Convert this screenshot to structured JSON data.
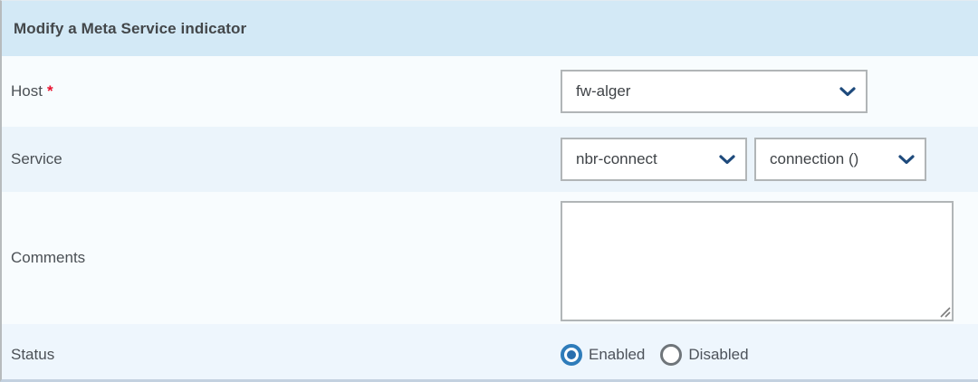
{
  "form": {
    "title": "Modify a Meta Service indicator",
    "rows": {
      "host": {
        "label": "Host",
        "required_marker": "*",
        "select": {
          "value": "fw-alger"
        }
      },
      "service": {
        "label": "Service",
        "service_select": {
          "value": "nbr-connect"
        },
        "metric_select": {
          "value": "connection ()"
        }
      },
      "comments": {
        "label": "Comments",
        "textarea": {
          "value": "",
          "placeholder": ""
        }
      },
      "status": {
        "label": "Status",
        "options": [
          {
            "label": "Enabled",
            "selected": true
          },
          {
            "label": "Disabled",
            "selected": false
          }
        ]
      }
    },
    "icons": {
      "chevron_down": "chevron-down",
      "resize_handle": "resize-handle"
    },
    "colors": {
      "header_bg": "#d3e9f6",
      "row_light_bg": "#f8fcfe",
      "row_tint_bg": "#ebf4fb",
      "status_row_bg": "#eef6fd",
      "left_border": "#b7bbbd",
      "bottom_border": "#c3d1e0",
      "control_border": "#b1b5b7",
      "chevron_icon": "#1e4a7c",
      "radio_selected": "#2e7cba",
      "radio_unselected": "#6f757a",
      "required_asterisk": "#e8102e",
      "label_text": "#4b5055"
    }
  }
}
